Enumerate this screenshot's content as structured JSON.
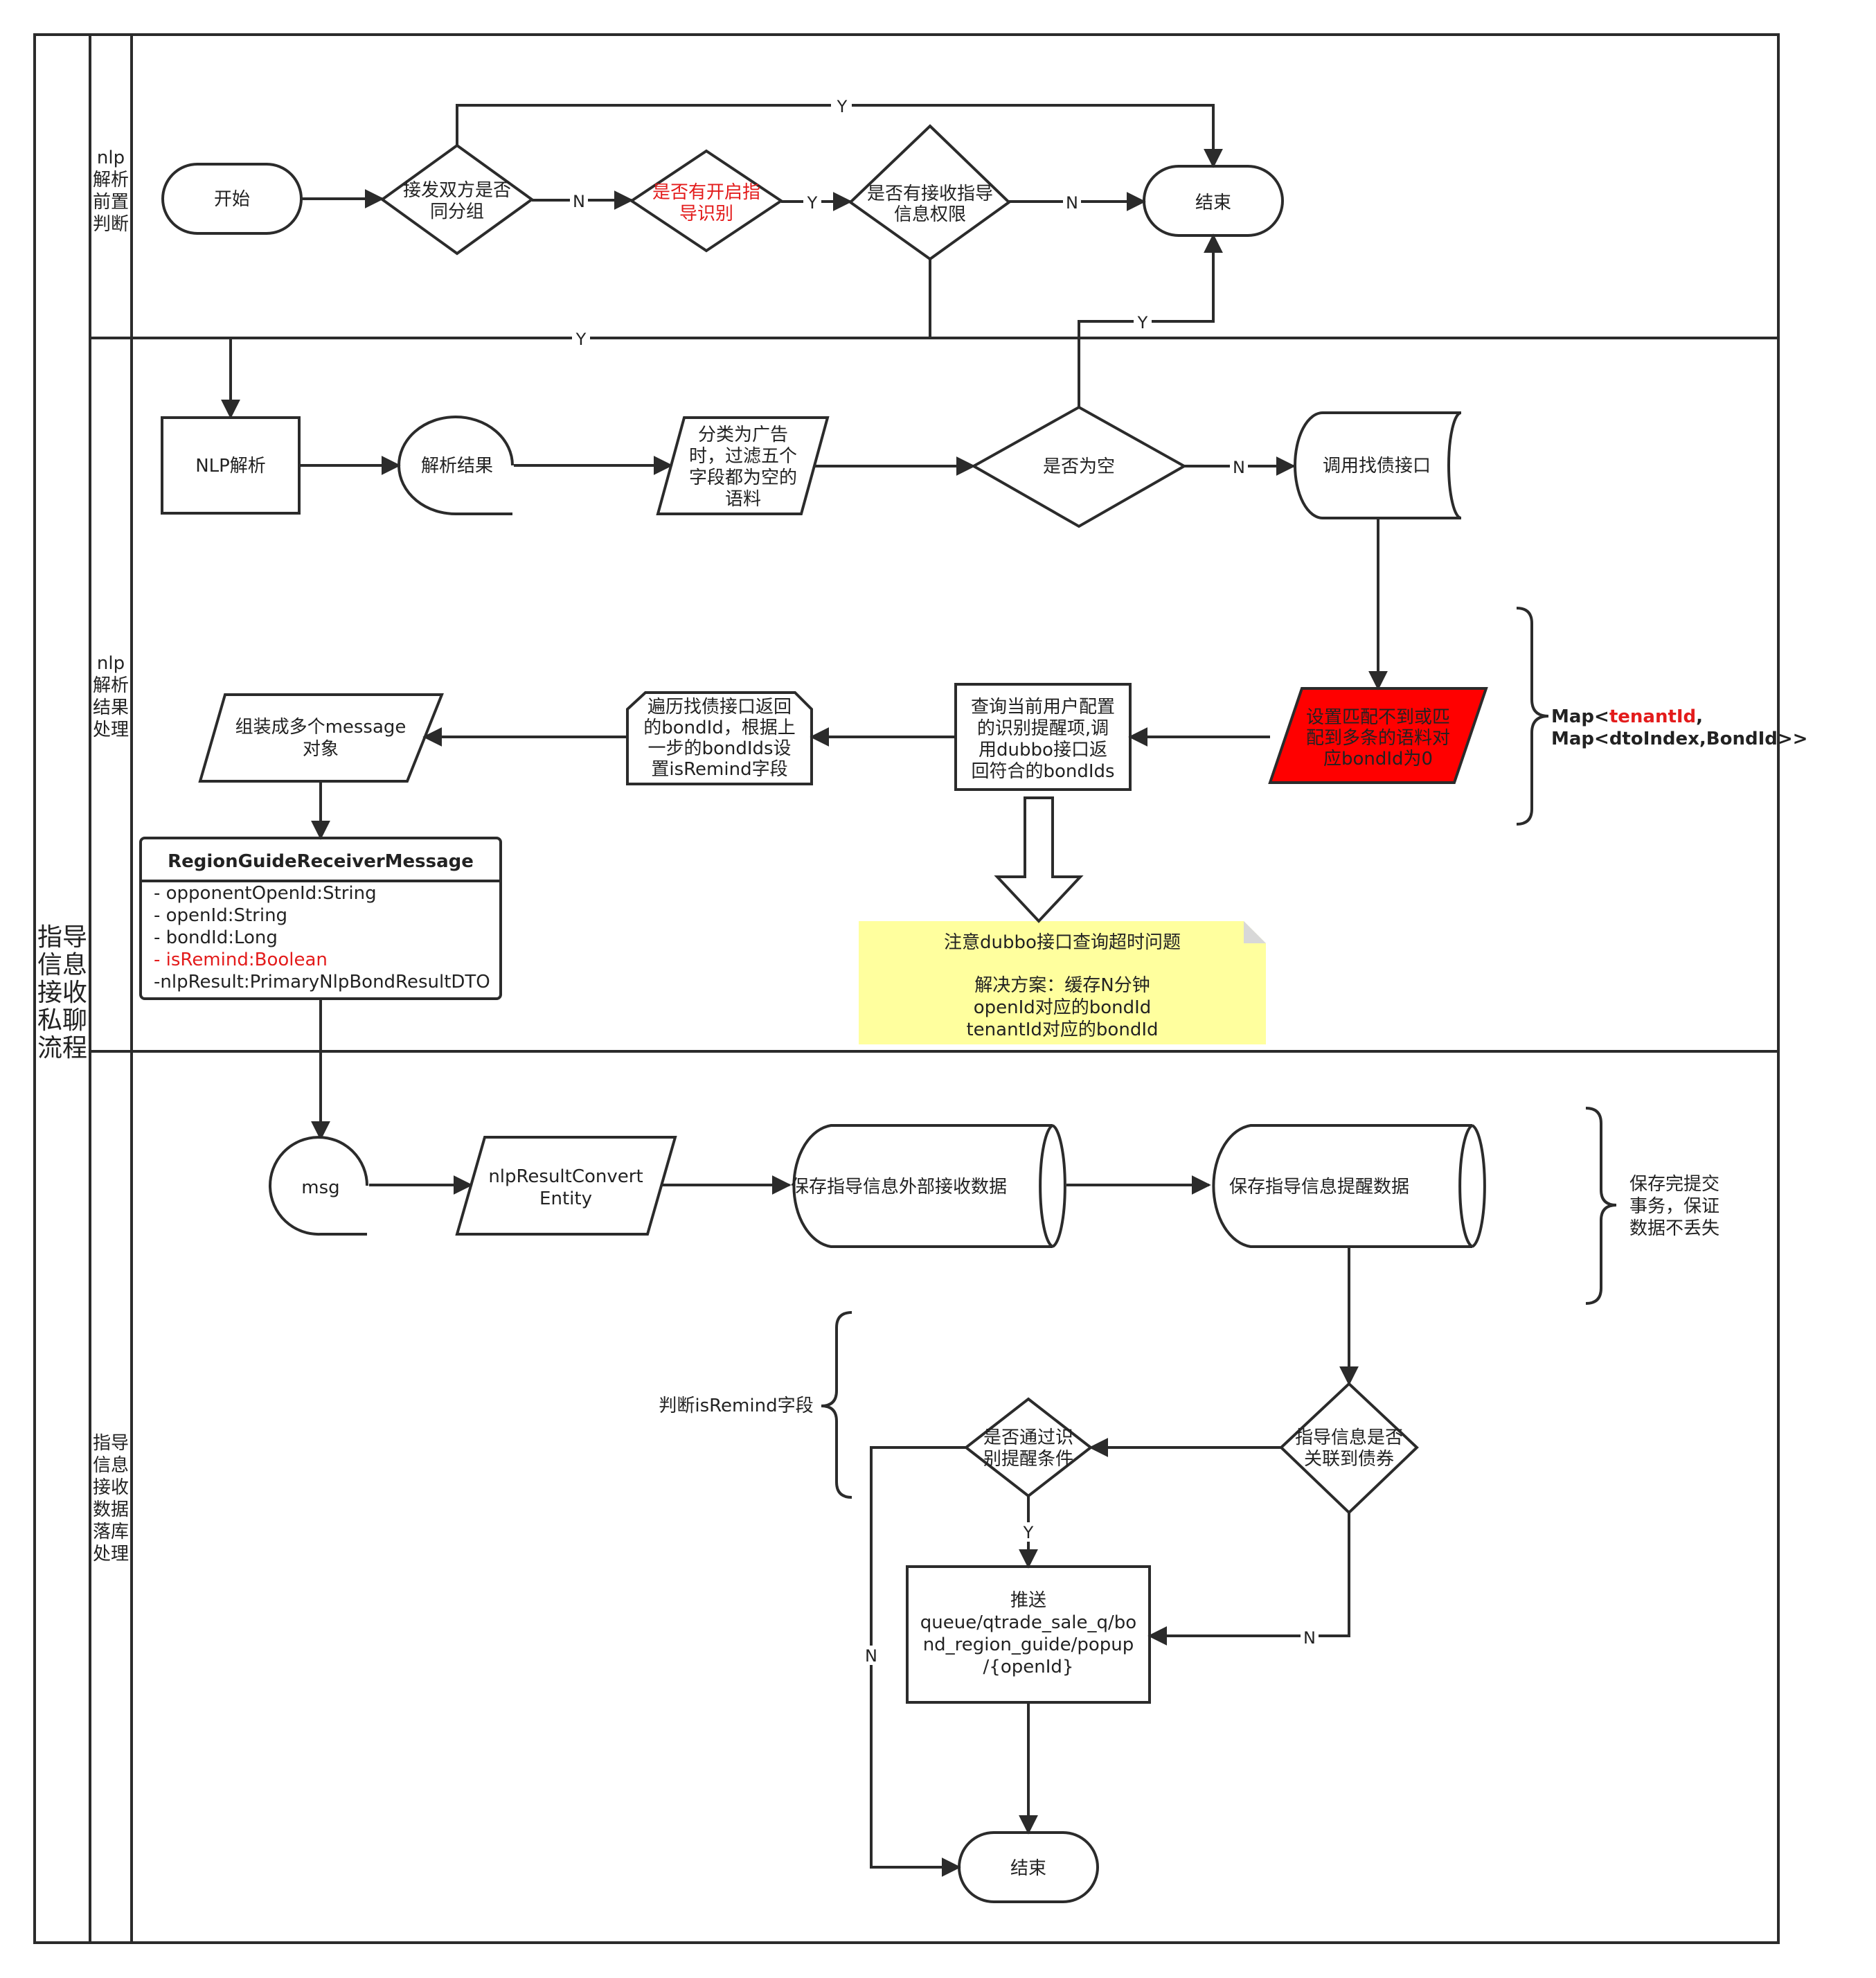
{
  "colors": {
    "line": "#2b2b2b",
    "highlight_text": "#e31b1b",
    "red_fill": "#ff0000",
    "note_fill": "#ffff9e"
  },
  "pool": {
    "title": [
      "指导",
      "信息",
      "接收",
      "私聊",
      "流程"
    ]
  },
  "lanes": [
    {
      "title": [
        "nlp",
        "解析",
        "前置",
        "判断"
      ]
    },
    {
      "title": [
        "nlp",
        "解析",
        "结果",
        "处理"
      ]
    },
    {
      "title": [
        "指导",
        "信息",
        "接收",
        "数据",
        "落库",
        "处理"
      ]
    }
  ],
  "nodes": {
    "start": "开始",
    "same_group": [
      "接发双方是否",
      "同分组"
    ],
    "guide_enabled": [
      "是否有开启指",
      "导识别"
    ],
    "receive_perm": [
      "是否有接收指导",
      "信息权限"
    ],
    "end_top": "结束",
    "nlp_parse": "NLP解析",
    "parse_result": "解析结果",
    "classify": [
      "分类为广告",
      "时，过滤五个",
      "字段都为空的",
      "语料"
    ],
    "is_empty": "是否为空",
    "call_bond_api": "调用找债接口",
    "set_bond_zero": [
      "设置匹配不到或匹",
      "配到多条的语料对",
      "应bondId为0"
    ],
    "query_config": [
      "查询当前用户配置",
      "的识别提醒项,调",
      "用dubbo接口返",
      "回符合的bondIds"
    ],
    "traverse": [
      "遍历找债接口返回",
      "的bondId，根据上",
      "一步的bondIds设",
      "置isRemind字段"
    ],
    "assemble_msg": [
      "组装成多个message",
      "对象"
    ],
    "msg": "msg",
    "convert": [
      "nlpResultConvert",
      "Entity"
    ],
    "save_external": "保存指导信息外部接收数据",
    "save_remind": "保存指导信息提醒数据",
    "link_bond": [
      "指导信息是否",
      "关联到债券"
    ],
    "pass_remind": [
      "是否通过识",
      "别提醒条件"
    ],
    "push": [
      "推送",
      "queue/qtrade_sale_q/bo",
      "nd_region_guide/popup",
      "/{openId}"
    ],
    "end_bottom": "结束"
  },
  "class_box": {
    "name": "RegionGuideReceiverMessage",
    "fields": [
      {
        "text": "- opponentOpenId:String",
        "highlight": false
      },
      {
        "text": "- openId:String",
        "highlight": false
      },
      {
        "text": "- bondId:Long",
        "highlight": false
      },
      {
        "text": "- isRemind:Boolean",
        "highlight": true
      },
      {
        "text": "-nlpResult:PrimaryNlpBondResultDTO",
        "highlight": false
      }
    ]
  },
  "note": {
    "lines": [
      "注意dubbo接口查询超时问题",
      "",
      "解决方案：缓存N分钟",
      "openId对应的bondId",
      "tenantId对应的bondId"
    ]
  },
  "annotations": {
    "map_line1_prefix": "Map<",
    "map_line1_highlight": "tenantId",
    "map_line1_suffix": ",",
    "map_line2": "Map<dtoIndex,BondId>>",
    "save_tx": [
      "保存完提交",
      "事务，保证",
      "数据不丢失"
    ],
    "judge_remind": "判断isRemind字段"
  },
  "edge_labels": {
    "y_top": "Y",
    "n_same_group": "N",
    "y_guide_enabled": "Y",
    "n_receive_perm": "N",
    "y_lane_border": "Y",
    "y_is_empty": "Y",
    "n_is_empty": "N",
    "y_pass_remind": "Y",
    "n_link_bond": "N",
    "n_pass_remind": "N"
  }
}
